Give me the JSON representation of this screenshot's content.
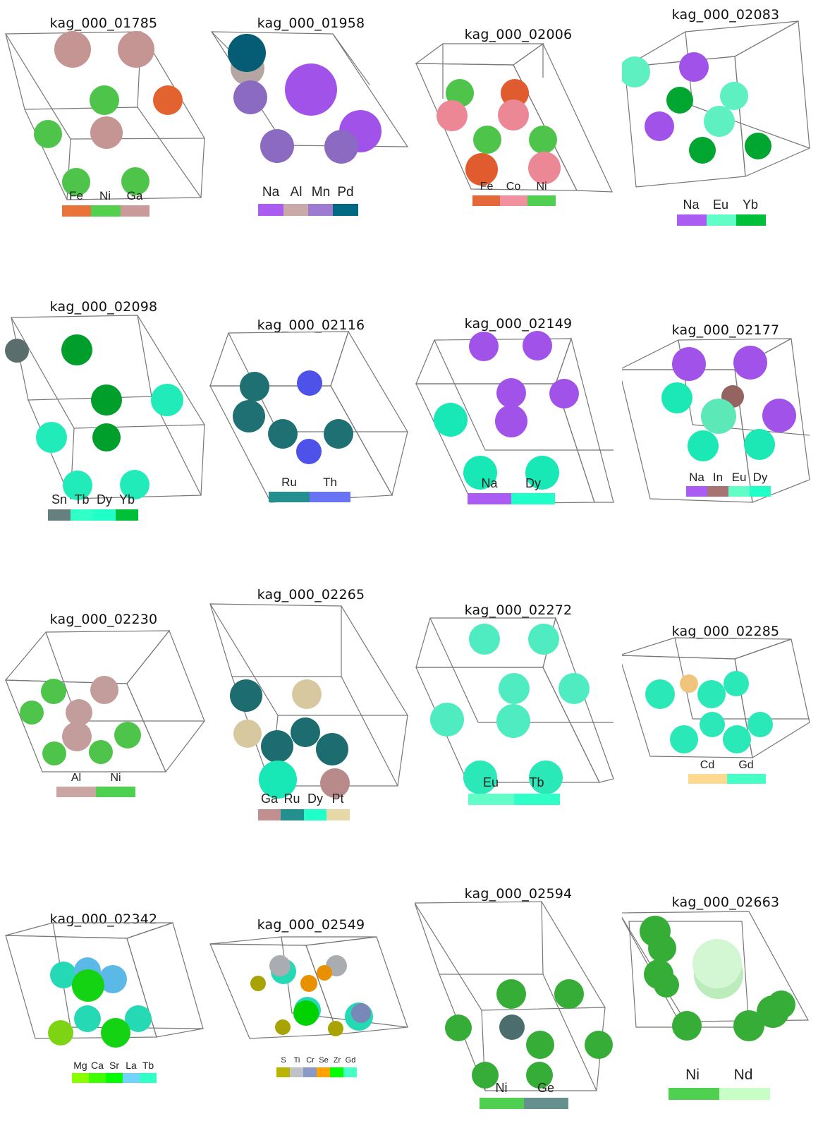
{
  "structures": [
    {
      "id": "kag_000_01785",
      "elements": [
        "Fe",
        "Ni",
        "Ga"
      ],
      "colors": [
        "#e8743b",
        "#54d04f",
        "#c99a98"
      ]
    },
    {
      "id": "kag_000_01958",
      "elements": [
        "Na",
        "Al",
        "Mn",
        "Pd"
      ],
      "colors": [
        "#ab5cf2",
        "#c9aaa8",
        "#9c7bd0",
        "#006983"
      ]
    },
    {
      "id": "kag_000_02006",
      "elements": [
        "Fe",
        "Co",
        "Ni"
      ],
      "colors": [
        "#e5683a",
        "#f1909f",
        "#50d050"
      ]
    },
    {
      "id": "kag_000_02083",
      "elements": [
        "Na",
        "Eu",
        "Yb"
      ],
      "colors": [
        "#ab5cf2",
        "#61ffc7",
        "#00bf38"
      ]
    },
    {
      "id": "kag_000_02098",
      "elements": [
        "Sn",
        "Tb",
        "Dy",
        "Yb"
      ],
      "colors": [
        "#668080",
        "#30ffc7",
        "#1fffc7",
        "#00bf38"
      ]
    },
    {
      "id": "kag_000_02116",
      "elements": [
        "Ru",
        "Th"
      ],
      "colors": [
        "#248f8f",
        "#6b73f5"
      ]
    },
    {
      "id": "kag_000_02149",
      "elements": [
        "Na",
        "Dy"
      ],
      "colors": [
        "#ab5cf2",
        "#1fffc7"
      ]
    },
    {
      "id": "kag_000_02177",
      "elements": [
        "Na",
        "In",
        "Eu",
        "Dy"
      ],
      "colors": [
        "#ab5cf2",
        "#a67573",
        "#61ffc7",
        "#1fffc7"
      ]
    },
    {
      "id": "kag_000_02230",
      "elements": [
        "Al",
        "Ni"
      ],
      "colors": [
        "#c9a5a3",
        "#50d050"
      ]
    },
    {
      "id": "kag_000_02265",
      "elements": [
        "Ga",
        "Ru",
        "Dy",
        "Pt"
      ],
      "colors": [
        "#c28f8f",
        "#248f8f",
        "#1fffc7",
        "#e8d8a8"
      ]
    },
    {
      "id": "kag_000_02272",
      "elements": [
        "Eu",
        "Tb"
      ],
      "colors": [
        "#61ffc7",
        "#30ffc7"
      ]
    },
    {
      "id": "kag_000_02285",
      "elements": [
        "Cd",
        "Gd"
      ],
      "colors": [
        "#ffd98f",
        "#45ffc7"
      ]
    },
    {
      "id": "kag_000_02342",
      "elements": [
        "Mg",
        "Ca",
        "Sr",
        "La",
        "Tb"
      ],
      "colors": [
        "#8aff00",
        "#3dff00",
        "#00ff00",
        "#70d4ff",
        "#30ffc7"
      ]
    },
    {
      "id": "kag_000_02549",
      "elements": [
        "S",
        "Ti",
        "Cr",
        "Se",
        "Zr",
        "Gd"
      ],
      "colors": [
        "#b8b400",
        "#bfc2c7",
        "#8a99c7",
        "#ffa100",
        "#00ff00",
        "#45ffc7"
      ]
    },
    {
      "id": "kag_000_02594",
      "elements": [
        "Ni",
        "Ge"
      ],
      "colors": [
        "#50d050",
        "#668f8f"
      ]
    },
    {
      "id": "kag_000_02663",
      "elements": [
        "Ni",
        "Nd"
      ],
      "colors": [
        "#50d050",
        "#c7ffc7"
      ]
    }
  ]
}
